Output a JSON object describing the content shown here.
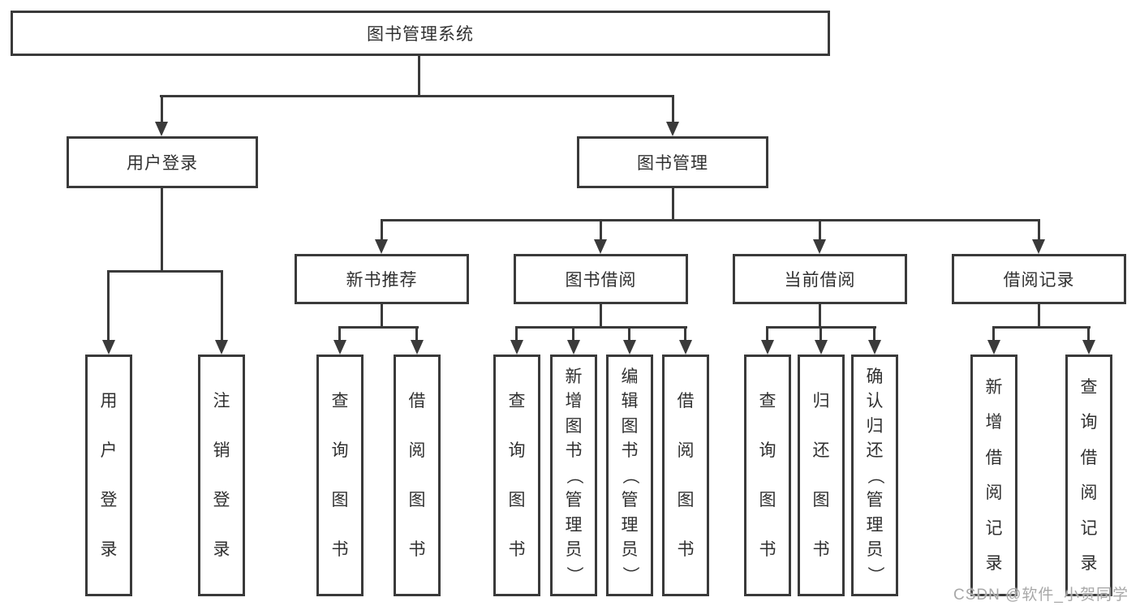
{
  "nodes": {
    "root": {
      "label": "图书管理系统"
    },
    "level1": {
      "user_login": {
        "label": "用户登录"
      },
      "book_management": {
        "label": "图书管理"
      }
    },
    "level2": {
      "new_book_recommend": {
        "label": "新书推荐"
      },
      "book_borrow": {
        "label": "图书借阅"
      },
      "current_borrow": {
        "label": "当前借阅"
      },
      "borrow_records": {
        "label": "借阅记录"
      }
    },
    "leaves": {
      "user_login": [
        "用户登录",
        "注销登录"
      ],
      "new_book_recommend": [
        "查询图书",
        "借阅图书"
      ],
      "book_borrow": [
        "查询图书",
        "新增图书（管理员）",
        "编辑图书（管理员）",
        "借阅图书"
      ],
      "current_borrow": [
        "查询图书",
        "归还图书",
        "确认归还（管理员）"
      ],
      "borrow_records": [
        "新增借阅记录",
        "查询借阅记录"
      ]
    }
  },
  "watermark": "CSDN @软件_小贺同学",
  "colors": {
    "line": "#3a3a3a",
    "box_border": "#3a3a3a",
    "text": "#303030",
    "watermark": "#a8a8a8",
    "background": "#ffffff"
  }
}
